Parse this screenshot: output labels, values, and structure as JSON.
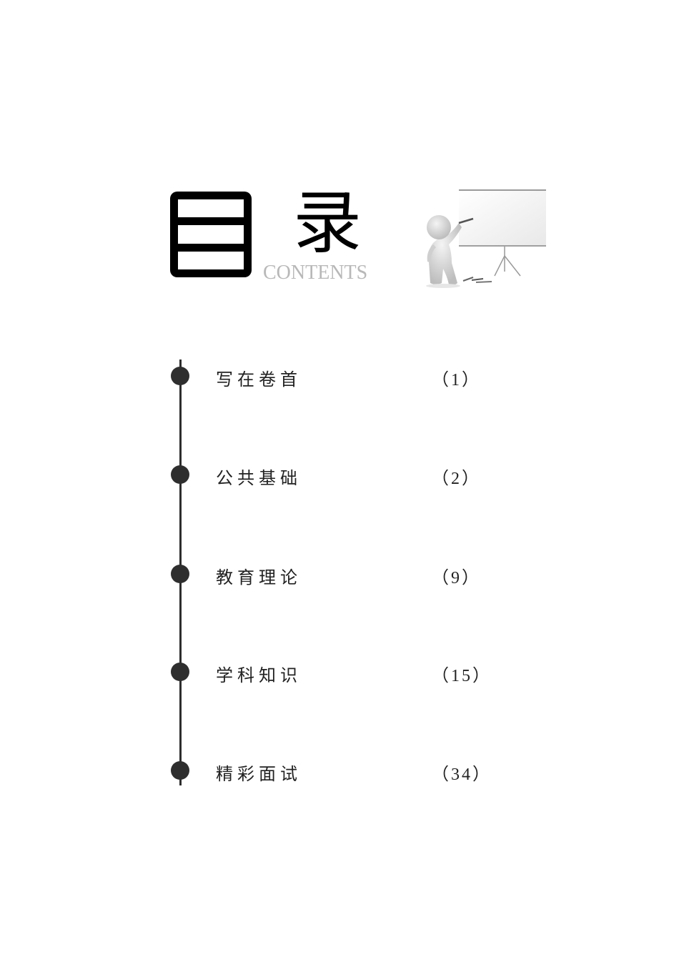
{
  "header": {
    "title_char_1": "目",
    "title_char_2": "录",
    "subtitle": "CONTENTS",
    "illustration": "presenter-whiteboard-icon"
  },
  "toc": {
    "items": [
      {
        "label": "写在卷首",
        "page": "（1）"
      },
      {
        "label": "公共基础",
        "page": "（2）"
      },
      {
        "label": "教育理论",
        "page": "（9）"
      },
      {
        "label": "学科知识",
        "page": "（15）"
      },
      {
        "label": "精彩面试",
        "page": "（34）"
      }
    ]
  },
  "colors": {
    "title": "#000000",
    "subtitle": "#b8b8b8",
    "timeline": "#2e2e2e",
    "text": "#222222"
  }
}
